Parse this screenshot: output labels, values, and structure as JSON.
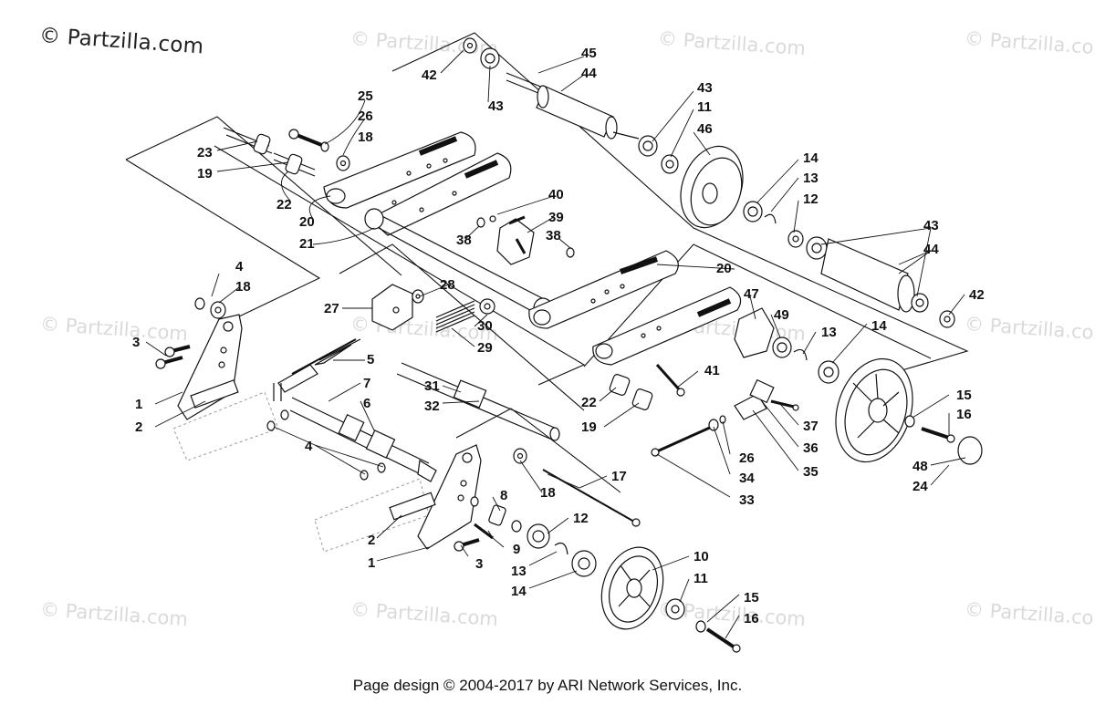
{
  "brand": {
    "text": "© Partzilla.com"
  },
  "watermark": {
    "text": "© Partzilla.com"
  },
  "footer": {
    "text": "Page design © 2004-2017 by ARI Network Services, Inc."
  },
  "callouts": [
    {
      "id": "c1",
      "text": "42"
    },
    {
      "id": "c2",
      "text": "43"
    },
    {
      "id": "c3",
      "text": "45"
    },
    {
      "id": "c4",
      "text": "44"
    },
    {
      "id": "c5",
      "text": "25"
    },
    {
      "id": "c6",
      "text": "26"
    },
    {
      "id": "c7",
      "text": "18"
    },
    {
      "id": "c8",
      "text": "23"
    },
    {
      "id": "c9",
      "text": "19"
    },
    {
      "id": "c10",
      "text": "22"
    },
    {
      "id": "c11",
      "text": "20"
    },
    {
      "id": "c12",
      "text": "21"
    },
    {
      "id": "c13",
      "text": "43"
    },
    {
      "id": "c14",
      "text": "11"
    },
    {
      "id": "c15",
      "text": "46"
    },
    {
      "id": "c16",
      "text": "14"
    },
    {
      "id": "c17",
      "text": "13"
    },
    {
      "id": "c18",
      "text": "12"
    },
    {
      "id": "c19",
      "text": "40"
    },
    {
      "id": "c20",
      "text": "39"
    },
    {
      "id": "c21",
      "text": "38"
    },
    {
      "id": "c22",
      "text": "38"
    },
    {
      "id": "c23",
      "text": "43"
    },
    {
      "id": "c24",
      "text": "44"
    },
    {
      "id": "c25",
      "text": "4"
    },
    {
      "id": "c26",
      "text": "18"
    },
    {
      "id": "c27",
      "text": "27"
    },
    {
      "id": "c28",
      "text": "28"
    },
    {
      "id": "c29",
      "text": "30"
    },
    {
      "id": "c30",
      "text": "29"
    },
    {
      "id": "c31",
      "text": "20"
    },
    {
      "id": "c32",
      "text": "47"
    },
    {
      "id": "c33",
      "text": "49"
    },
    {
      "id": "c34",
      "text": "13"
    },
    {
      "id": "c35",
      "text": "14"
    },
    {
      "id": "c36",
      "text": "42"
    },
    {
      "id": "c37",
      "text": "3"
    },
    {
      "id": "c38",
      "text": "5"
    },
    {
      "id": "c39",
      "text": "1"
    },
    {
      "id": "c40",
      "text": "2"
    },
    {
      "id": "c41",
      "text": "7"
    },
    {
      "id": "c42",
      "text": "6"
    },
    {
      "id": "c43",
      "text": "31"
    },
    {
      "id": "c44",
      "text": "32"
    },
    {
      "id": "c45",
      "text": "41"
    },
    {
      "id": "c46",
      "text": "22"
    },
    {
      "id": "c47",
      "text": "19"
    },
    {
      "id": "c48",
      "text": "15"
    },
    {
      "id": "c49",
      "text": "16"
    },
    {
      "id": "c50",
      "text": "37"
    },
    {
      "id": "c51",
      "text": "36"
    },
    {
      "id": "c52",
      "text": "35"
    },
    {
      "id": "c53",
      "text": "26"
    },
    {
      "id": "c54",
      "text": "34"
    },
    {
      "id": "c55",
      "text": "33"
    },
    {
      "id": "c56",
      "text": "48"
    },
    {
      "id": "c57",
      "text": "24"
    },
    {
      "id": "c58",
      "text": "4"
    },
    {
      "id": "c59",
      "text": "17"
    },
    {
      "id": "c60",
      "text": "18"
    },
    {
      "id": "c61",
      "text": "8"
    },
    {
      "id": "c62",
      "text": "12"
    },
    {
      "id": "c63",
      "text": "2"
    },
    {
      "id": "c64",
      "text": "9"
    },
    {
      "id": "c65",
      "text": "3"
    },
    {
      "id": "c66",
      "text": "1"
    },
    {
      "id": "c67",
      "text": "13"
    },
    {
      "id": "c68",
      "text": "14"
    },
    {
      "id": "c69",
      "text": "10"
    },
    {
      "id": "c70",
      "text": "11"
    },
    {
      "id": "c71",
      "text": "15"
    },
    {
      "id": "c72",
      "text": "16"
    }
  ]
}
